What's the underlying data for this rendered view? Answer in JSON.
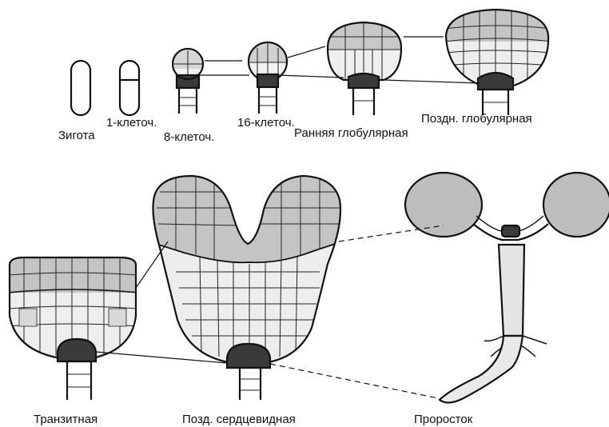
{
  "labels": {
    "zygote": "Зигота",
    "one_cell": "1-клеточ.",
    "eight_cell": "8-клеточ.",
    "sixteen_cell": "16-клеточ.",
    "early_globular": "Ранняя глобулярная",
    "late_globular": "Поздн. глобулярная",
    "transition": "Транзитная",
    "late_heart": "Позд. сердцевидная",
    "seedling": "Проросток"
  },
  "colors": {
    "outline": "#111111",
    "apical_gray": "#c8c8c8",
    "middle_light": "#ececec",
    "hypophysis_dark": "#3a3a3a",
    "cotyledon_gray": "#bdbdbd"
  }
}
